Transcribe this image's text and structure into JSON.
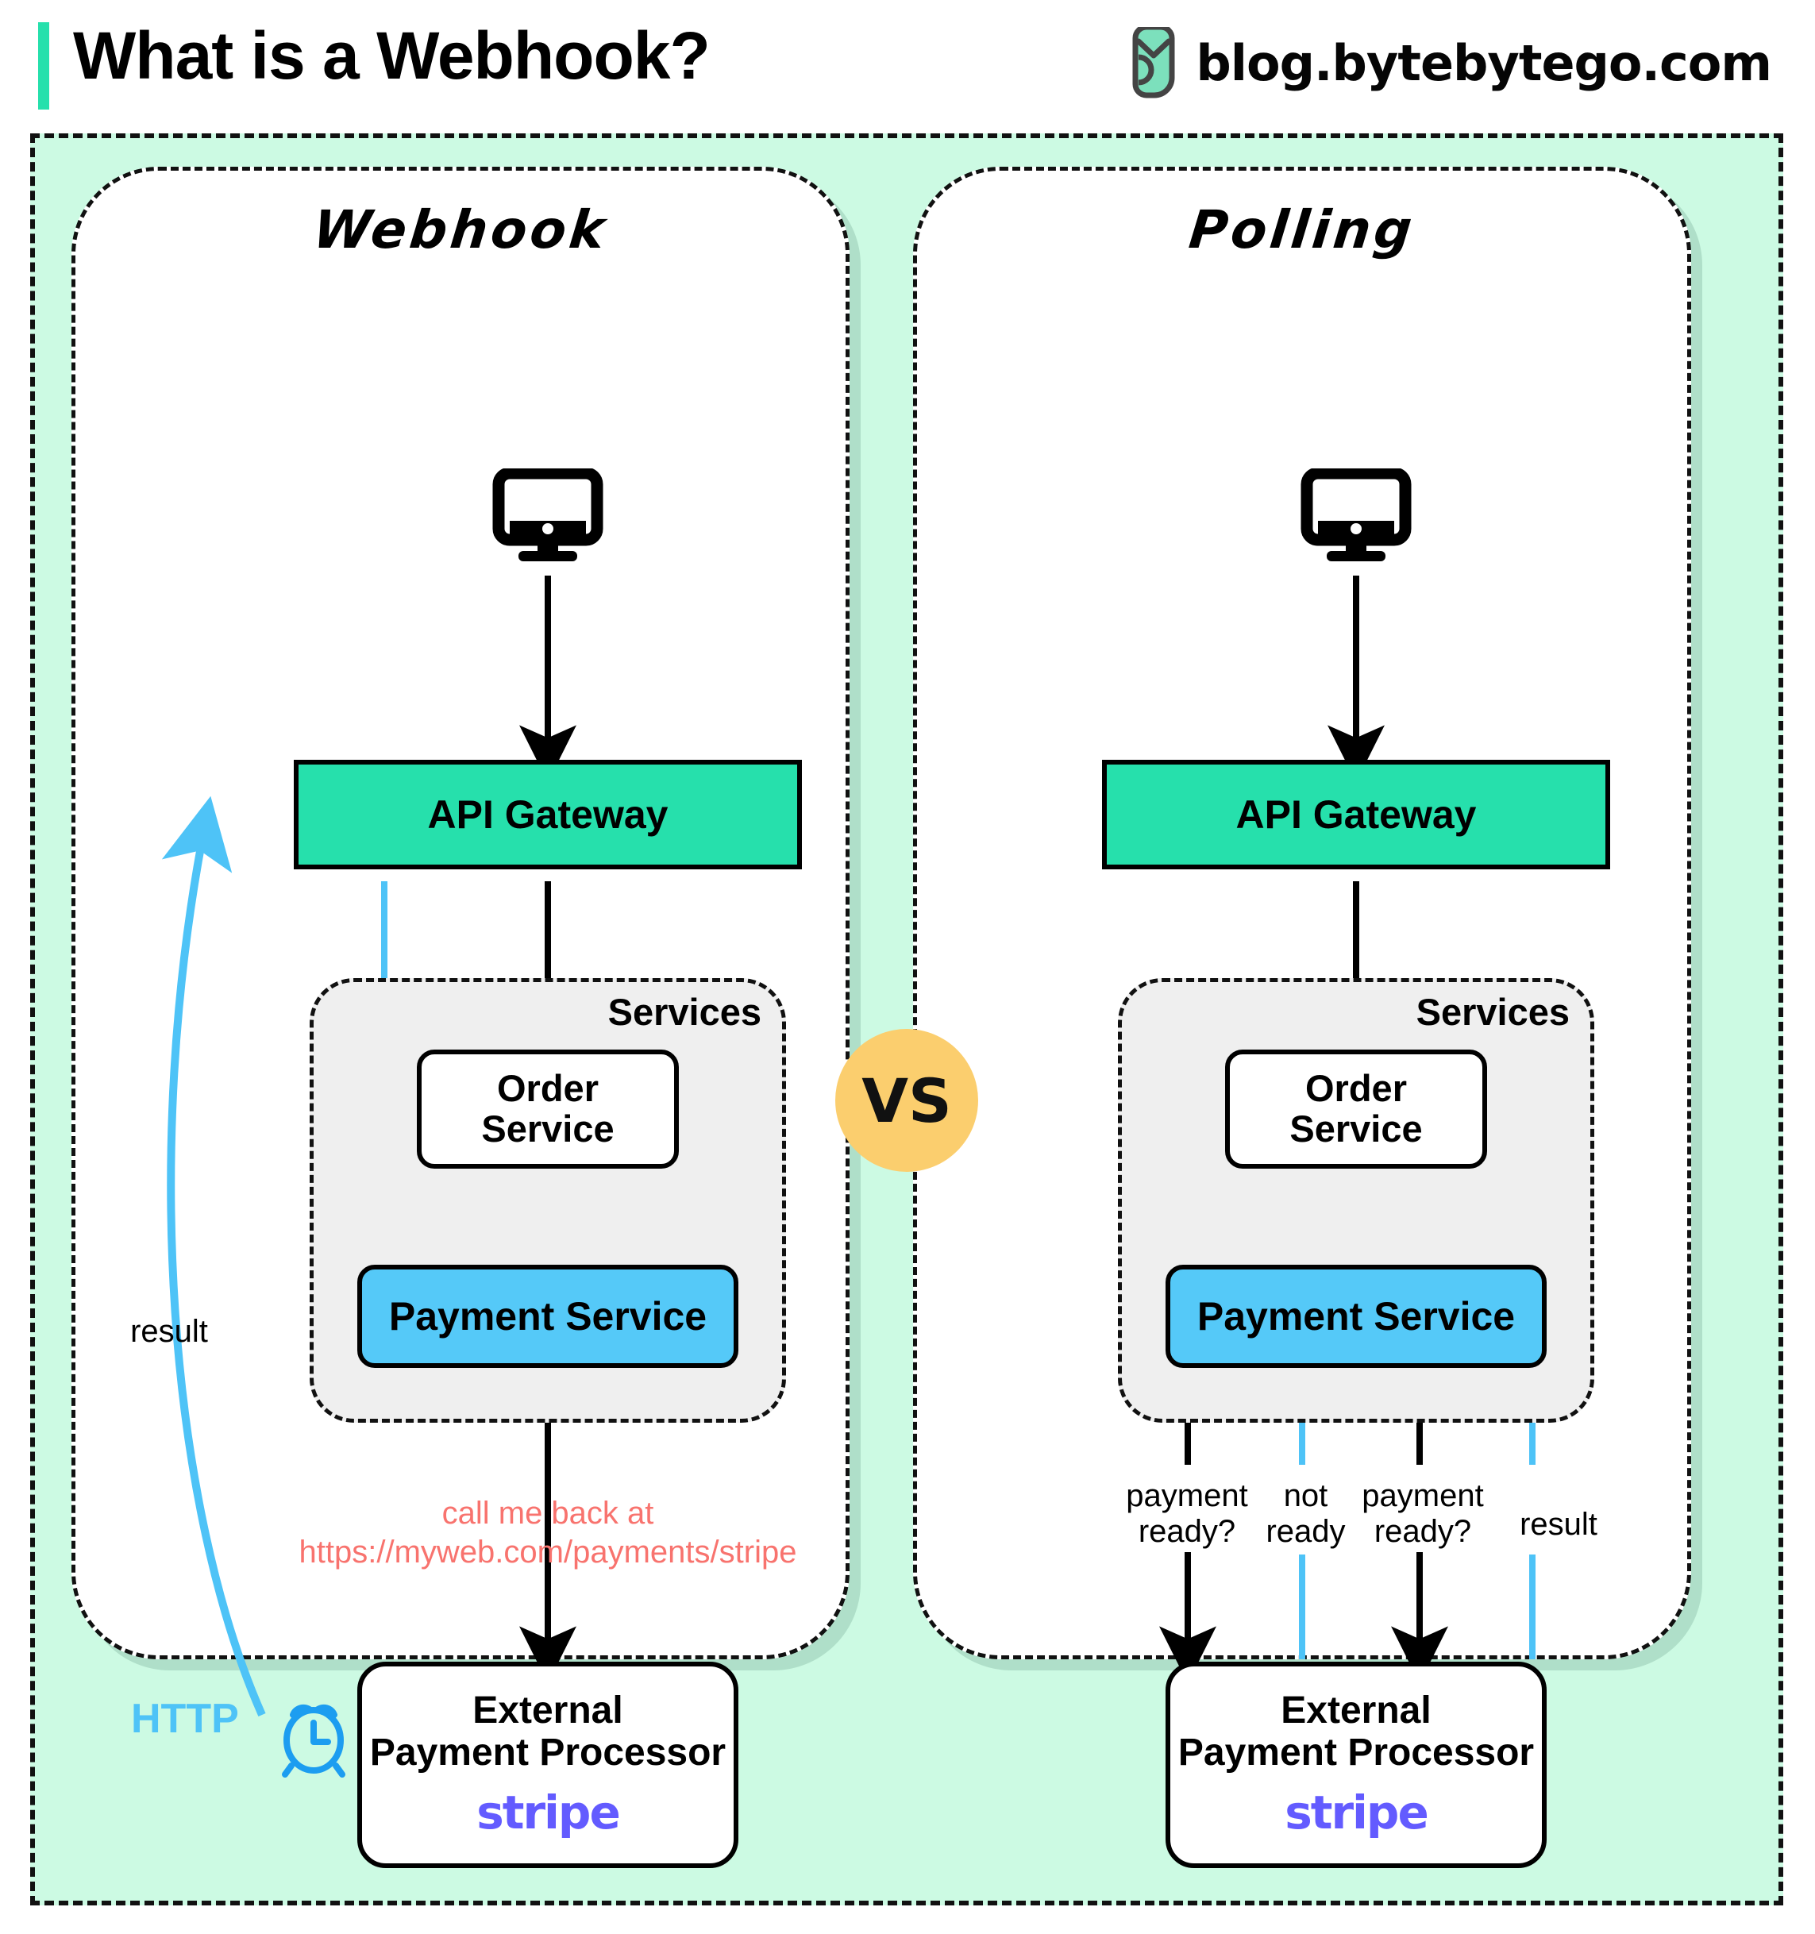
{
  "header": {
    "title": "What is a Webhook?",
    "brand_text": "blog.bytebytego.com",
    "accent_color": "#26E0AC"
  },
  "vs_badge": {
    "label": "VS",
    "color": "#FBCE6E"
  },
  "colors": {
    "canvas_mint": "#CCFAE3",
    "api_gateway": "#26E0AC",
    "payment_service": "#55C9F8",
    "services_bg": "#EFEFEF",
    "webhook_blue": "#4EC3F7",
    "callback_red": "#F8736E",
    "stripe_purple": "#635BFF"
  },
  "panels": [
    {
      "id": "webhook",
      "title": "Webhook",
      "nodes": {
        "client": "monitor-icon",
        "api_gateway": "API Gateway",
        "services_label": "Services",
        "order_service_line1": "Order",
        "order_service_line2": "Service",
        "payment_service": "Payment Service",
        "external_line1": "External",
        "external_line2": "Payment Processor",
        "external_logo": "stripe"
      },
      "annotations": [
        {
          "name": "callback-note-line1",
          "text": "call me back at"
        },
        {
          "name": "callback-note-line2",
          "text": "https://myweb.com/payments/stripe"
        },
        {
          "name": "result-label",
          "text": "result"
        },
        {
          "name": "http-label",
          "text": "HTTP"
        },
        {
          "name": "alarm-clock",
          "text": "alarm-clock-icon"
        }
      ]
    },
    {
      "id": "polling",
      "title": "Polling",
      "nodes": {
        "client": "monitor-icon",
        "api_gateway": "API Gateway",
        "services_label": "Services",
        "order_service_line1": "Order",
        "order_service_line2": "Service",
        "payment_service": "Payment Service",
        "external_line1": "External",
        "external_line2": "Payment Processor",
        "external_logo": "stripe"
      },
      "annotations": [
        {
          "name": "poll-1",
          "line1": "payment",
          "line2": "ready?"
        },
        {
          "name": "poll-reply-1",
          "line1": "not",
          "line2": "ready"
        },
        {
          "name": "poll-2",
          "line1": "payment",
          "line2": "ready?"
        },
        {
          "name": "poll-result",
          "line1": "result",
          "line2": ""
        }
      ]
    }
  ]
}
